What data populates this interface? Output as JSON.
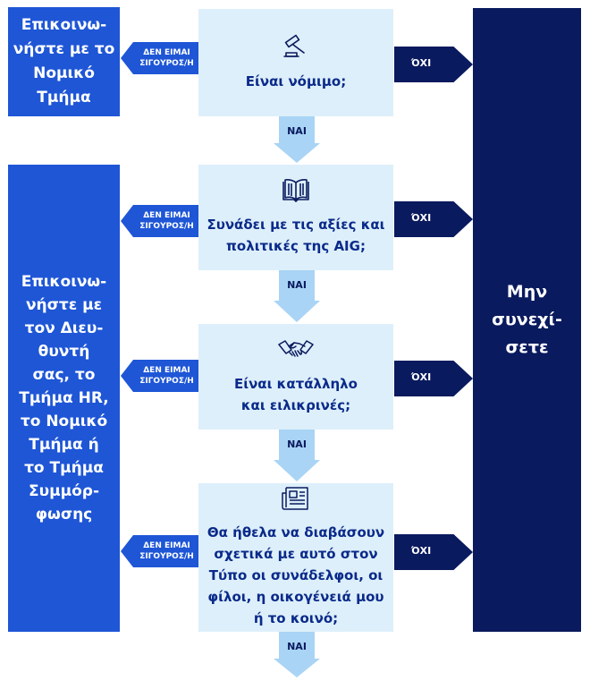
{
  "colors": {
    "left_box": "#1e56d6",
    "right_box": "#0a1a5e",
    "question_box": "#ddeffa",
    "question_text": "#0a2a8a",
    "down_arrow": "#a9d4f5"
  },
  "left_top": "Επικοινω-\nνήστε με το\nΝομικό\nΤμήμα",
  "left_big": "Επικοινω-\nνήστε με\nτον Διευ-\nθυντή\nσας, το\nΤμήμα HR,\nτο Νομικό\nΤμήμα ή\nτο Τμήμα\nΣυμμόρ-\nφωσης",
  "right_box": "Μην\nσυνεχί-\nσετε",
  "questions": [
    {
      "icon": "gavel-icon",
      "text": "Είναι νόμιμο;"
    },
    {
      "icon": "book-icon",
      "text": "Συνάδει με τις αξίες και\nπολιτικές της AIG;"
    },
    {
      "icon": "handshake-icon",
      "text": "Είναι κατάλληλο\nκαι ειλικρινές;"
    },
    {
      "icon": "newspaper-icon",
      "text": "Θα ήθελα να διαβάσουν\nσχετικά με αυτό στον\nΤύπο οι συνάδελφοι, οι\nφίλοι, η οικογένειά μου\nή το κοινό;"
    }
  ],
  "labels": {
    "unsure": "ΔΕΝ ΕΙΜΑΙ\nΣΙΓΟΥΡΟΣ/Η",
    "no": "ΌΧΙ",
    "yes": "ΝΑΙ"
  }
}
